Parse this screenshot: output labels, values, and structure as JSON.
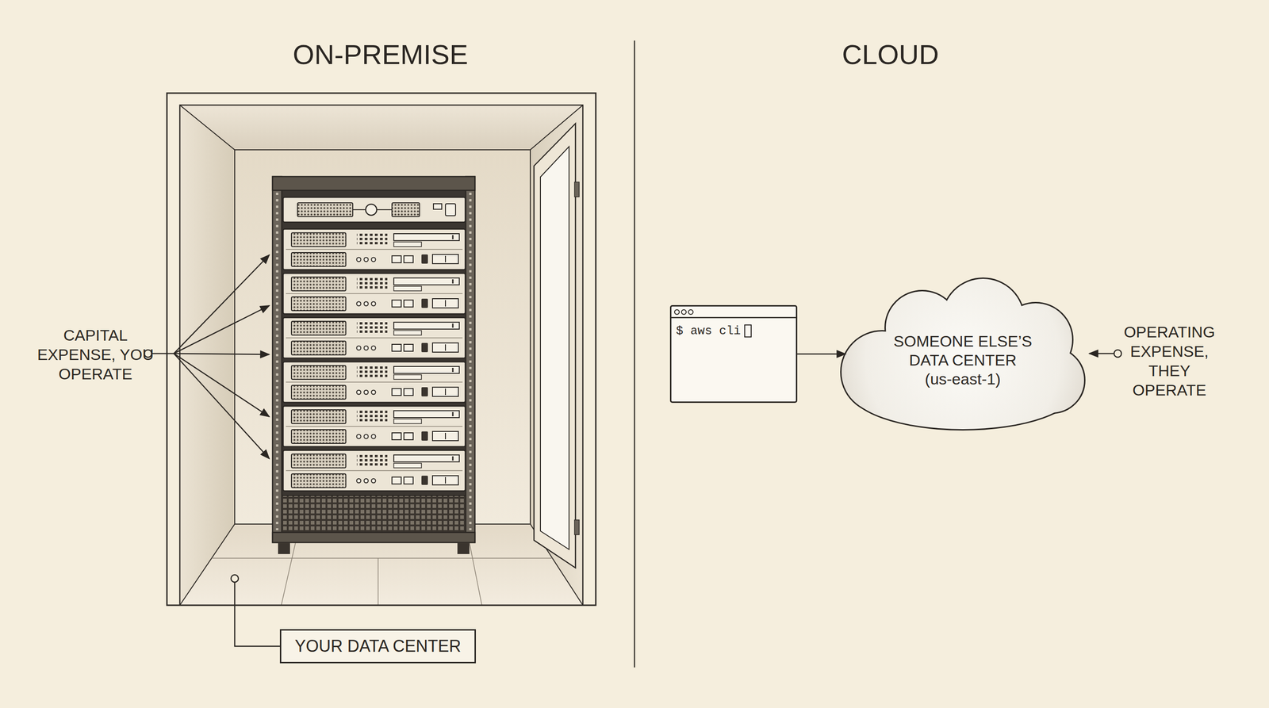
{
  "diagram": {
    "nodes": [
      {
        "text": [
          "YOUR DATA CENTER"
        ]
      },
      {
        "text": [
          "$ aws cli"
        ]
      },
      {
        "text": [
          "SOMEONE ELSE’S DATA CENTER",
          "(us-east-1)"
        ]
      }
    ],
    "edges": [
      {
        "from": 1,
        "to": 2,
        "arrow": "to"
      }
    ],
    "labels": [
      "ON-PREMISE",
      "CLOUD",
      "CAPITAL EXPENSE, YOU OPERATE",
      "OPERATING EXPENSE, THEY OPERATE"
    ]
  }
}
